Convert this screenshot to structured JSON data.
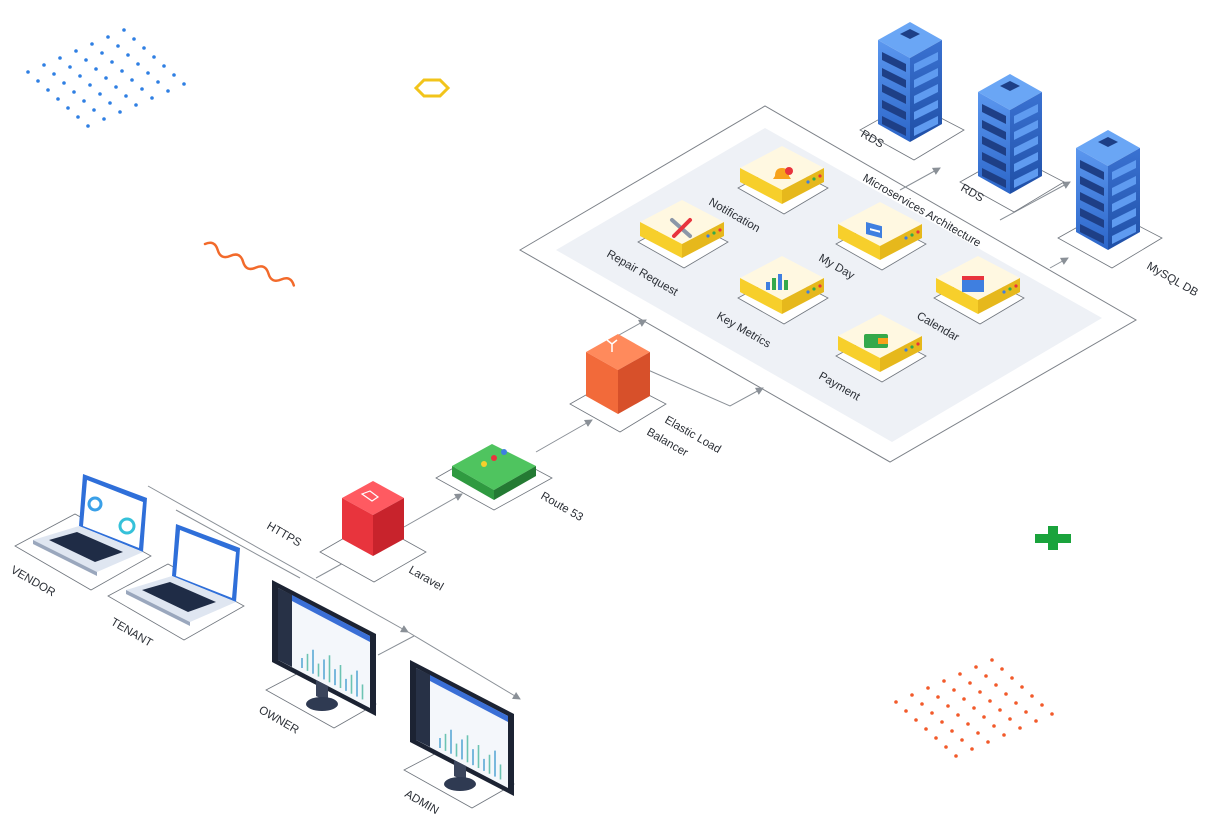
{
  "diagram": {
    "protocol_label": "HTTPS",
    "clients": {
      "vendor": "VENDOR",
      "tenant": "TENANT",
      "owner": "OWNER",
      "admin": "ADMIN"
    },
    "pipeline": {
      "laravel": "Laravel",
      "route53": "Route 53",
      "elb_line1": "Elastic Load",
      "elb_line2": "Balancer"
    },
    "microservices": {
      "title": "Microservices Architecture",
      "notification": "Notification",
      "repair_request": "Repair Request",
      "my_day": "My Day",
      "key_metrics": "Key Metrics",
      "calendar": "Calendar",
      "payment": "Payment"
    },
    "databases": {
      "rds_1": "RDS",
      "rds_2": "RDS",
      "mysql": "MySQL DB"
    },
    "colors": {
      "laravel_red": "#e8343d",
      "route53_green": "#34a94a",
      "elb_orange": "#f26a3a",
      "module_yellow": "#f7cf2b",
      "server_blue": "#3f7fe0",
      "dots_blue": "#2f7fe3",
      "dots_orange": "#f25a2b",
      "accent_green": "#1aa33c",
      "accent_yellow": "#f2c41b"
    }
  }
}
